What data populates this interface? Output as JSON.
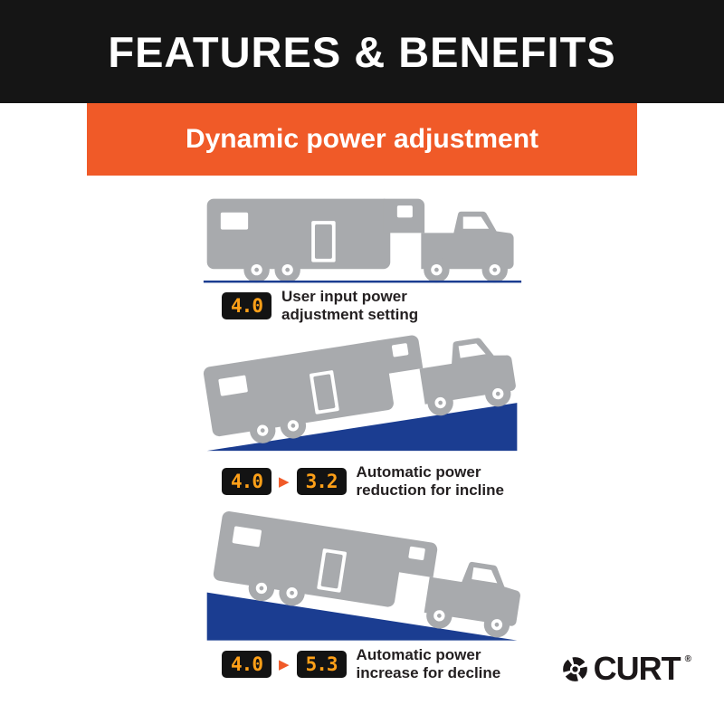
{
  "header": {
    "title": "FEATURES & BENEFITS"
  },
  "banner": {
    "title": "Dynamic power adjustment"
  },
  "sections": [
    {
      "id": "flat",
      "value_initial": "4.0",
      "caption_line1": "User input power",
      "caption_line2": "adjustment setting"
    },
    {
      "id": "incline",
      "value_initial": "4.0",
      "value_adjusted": "3.2",
      "caption_line1": "Automatic power",
      "caption_line2": "reduction for incline"
    },
    {
      "id": "decline",
      "value_initial": "4.0",
      "value_adjusted": "5.3",
      "caption_line1": "Automatic power",
      "caption_line2": "increase for decline"
    }
  ],
  "icons": {
    "arrow_right": "▶"
  },
  "logo": {
    "brand": "CURT",
    "registered": "®"
  },
  "colors": {
    "orange": "#F05A28",
    "blue": "#1B3D91",
    "gray": "#A8AAAD",
    "amber": "#FFA018",
    "black": "#151515"
  }
}
